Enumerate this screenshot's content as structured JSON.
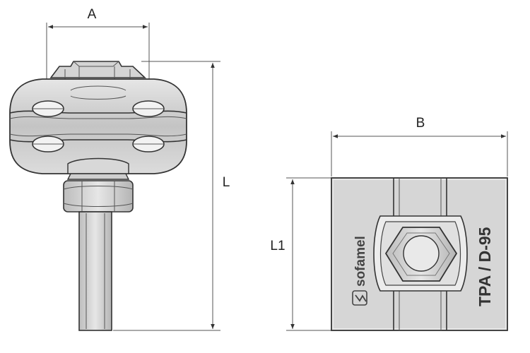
{
  "dimensions": {
    "a": "A",
    "b": "B",
    "l": "L",
    "l1": "L1"
  },
  "product": {
    "brand": "sofamel",
    "model": "TPA / D-95"
  },
  "colors": {
    "line": "#333333",
    "body_fill": "#c8c8c8",
    "body_fill_light": "#e2e2e2",
    "background": "#ffffff"
  }
}
